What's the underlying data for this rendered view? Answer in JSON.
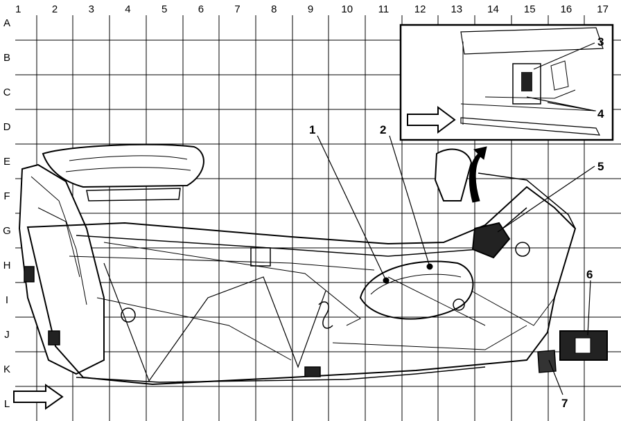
{
  "grid": {
    "columns": [
      "1",
      "2",
      "3",
      "4",
      "5",
      "6",
      "7",
      "8",
      "9",
      "10",
      "11",
      "12",
      "13",
      "14",
      "15",
      "16",
      "17"
    ],
    "rows": [
      "A",
      "B",
      "C",
      "D",
      "E",
      "F",
      "G",
      "H",
      "I",
      "J",
      "K",
      "L"
    ]
  },
  "callouts": [
    "1",
    "2",
    "3",
    "4",
    "5",
    "6",
    "7"
  ],
  "colors": {
    "line": "#000000",
    "grid": "#000000",
    "background": "#ffffff"
  },
  "icons": {
    "direction_arrow": "right-arrow-icon",
    "rotation_arrow": "curved-arrow-icon"
  }
}
